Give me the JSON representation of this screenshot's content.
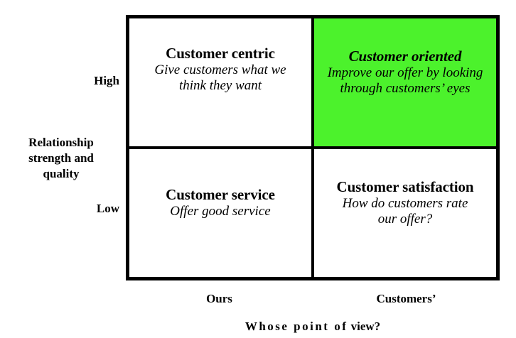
{
  "diagram": {
    "type": "2x2-matrix",
    "accent_color": "#4CF22C",
    "border_color": "#000000",
    "background_color": "#FFFFFF",
    "y_axis": {
      "title_line1": "Relationship",
      "title_line2": "strength and",
      "title_line3": "quality",
      "high_label": "High",
      "low_label": "Low"
    },
    "x_axis": {
      "title": "Whose point of  view?",
      "title_part1": "Whose point of",
      "title_part2": "view?",
      "left_label": "Ours",
      "right_label": "Customers’"
    },
    "quadrants": [
      {
        "position": "top-left",
        "title": "Customer centric",
        "description": "Give customers what we think they want",
        "highlighted": false,
        "fill": "#FFFFFF"
      },
      {
        "position": "top-right",
        "title": "Customer oriented",
        "description": "Improve our offer by looking through customers’ eyes",
        "highlighted": true,
        "fill": "#4CF22C"
      },
      {
        "position": "bottom-left",
        "title": "Customer service",
        "description": "Offer good service",
        "highlighted": false,
        "fill": "#FFFFFF"
      },
      {
        "position": "bottom-right",
        "title": "Customer satisfaction",
        "description": "How do customers rate our offer?",
        "highlighted": false,
        "fill": "#FFFFFF"
      }
    ]
  }
}
